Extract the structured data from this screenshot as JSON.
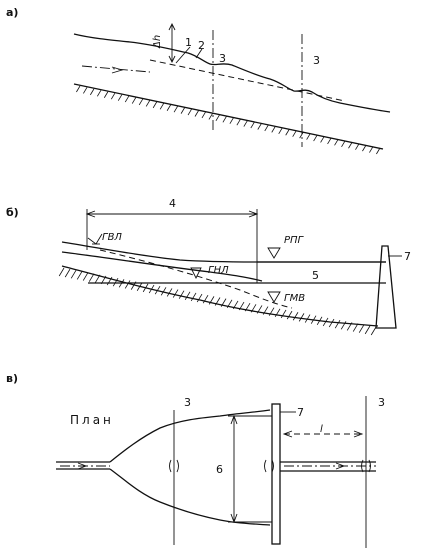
{
  "panels": {
    "a": {
      "label": "а)",
      "delta_h": "Δh",
      "n1": "1",
      "n2": "2",
      "n3_left": "3",
      "n3_right": "3"
    },
    "b": {
      "label": "б)",
      "n4": "4",
      "gvl": "ГВЛ",
      "rpg": "РПГ",
      "n7": "7",
      "gnl": "ГНЛ",
      "n5": "5",
      "gmv": "ГМВ"
    },
    "v": {
      "label": "в)",
      "plan": "План",
      "n3_left": "3",
      "n7": "7",
      "l": "l",
      "n3_right": "3",
      "n6": "6"
    }
  }
}
